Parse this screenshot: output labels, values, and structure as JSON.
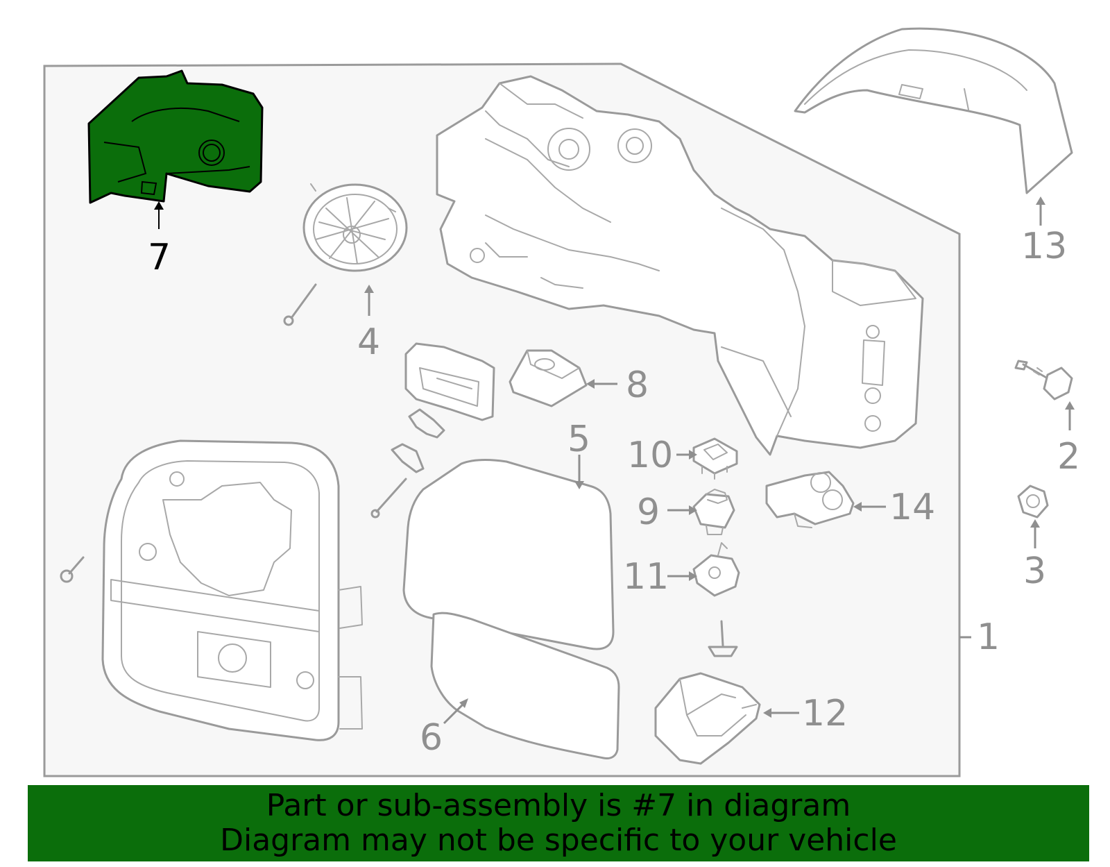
{
  "diagram": {
    "highlight_color": "#0b6e0b",
    "callouts": {
      "c1": "1",
      "c2": "2",
      "c3": "3",
      "c4": "4",
      "c5": "5",
      "c6": "6",
      "c7": "7",
      "c8": "8",
      "c9": "9",
      "c10": "10",
      "c11": "11",
      "c12": "12",
      "c13": "13",
      "c14": "14"
    }
  },
  "banner": {
    "line1": "Part or sub-assembly is #7 in diagram",
    "line2": "Diagram may not be specific to your vehicle",
    "background": "#0b6e0b"
  }
}
